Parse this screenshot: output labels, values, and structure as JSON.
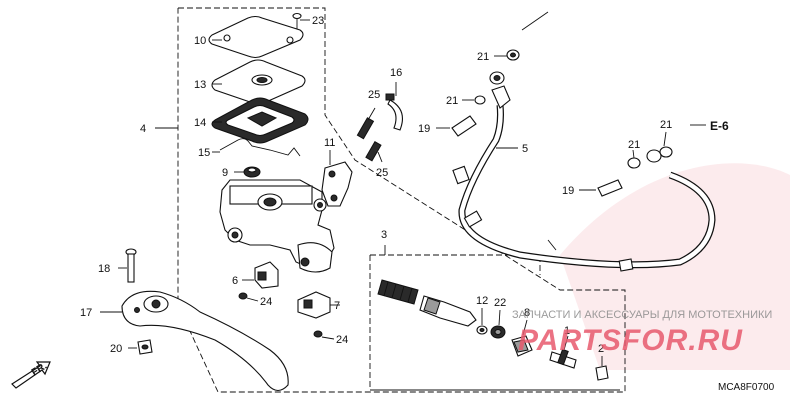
{
  "callouts": {
    "c1": "1",
    "c2": "2",
    "c3": "3",
    "c4": "4",
    "c5": "5",
    "c6": "6",
    "c7": "7",
    "c8": "8",
    "c9": "9",
    "c10": "10",
    "c11": "11",
    "c12": "12",
    "c13": "13",
    "c14": "14",
    "c15": "15",
    "c16": "16",
    "c17": "17",
    "c18": "18",
    "c19a": "19",
    "c19b": "19",
    "c20": "20",
    "c21a": "21",
    "c21b": "21",
    "c21c": "21",
    "c21d": "21",
    "c22": "22",
    "c23": "23",
    "c24a": "24",
    "c24b": "24",
    "c25a": "25",
    "c25b": "25"
  },
  "reference": "E-6",
  "front_label": "FR.",
  "diagram_code": "MCA8F0700",
  "watermark": {
    "banner": "ЗАПЧАСТИ И АКСЕССУАРЫ ДЛЯ МОТОТЕХНИКИ",
    "brand": "PARTSFOR.RU",
    "brand_color": "#e85a6e"
  }
}
